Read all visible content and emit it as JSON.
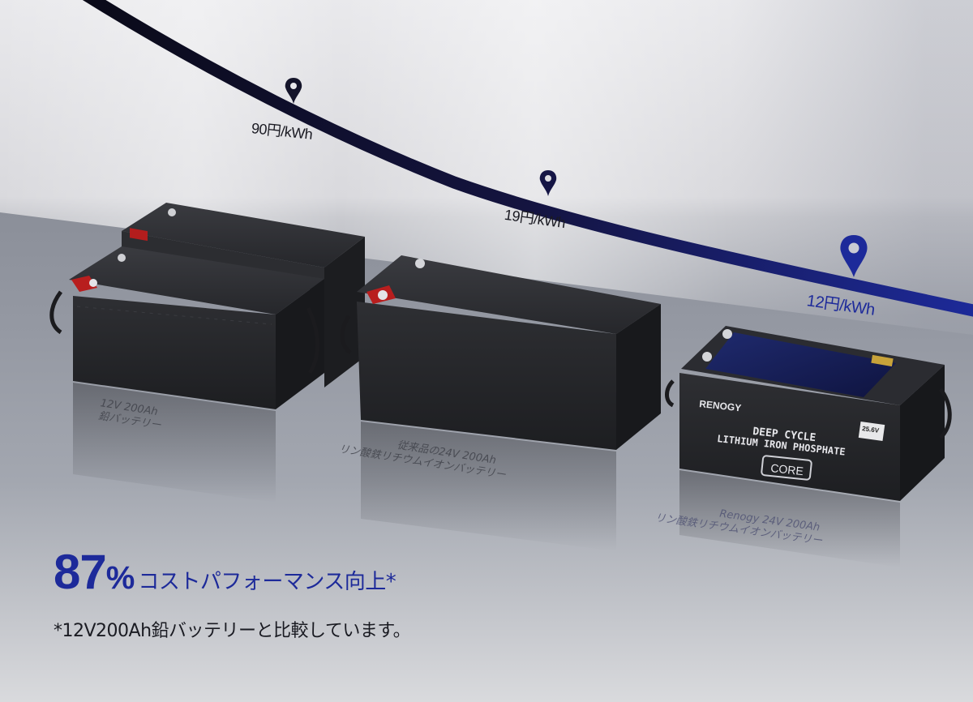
{
  "price_points": [
    {
      "label": "90円/kWh"
    },
    {
      "label": "19円/kWh"
    },
    {
      "label": "12円/kWh"
    }
  ],
  "batteries": [
    {
      "label_line1": "12V 200Ah",
      "label_line2": "鉛バッテリー"
    },
    {
      "label_line1": "従来品の24V 200Ah",
      "label_line2": "リン酸鉄リチウムイオンバッテリー"
    },
    {
      "label_line1": "Renogy 24V 200Ah",
      "label_line2": "リン酸鉄リチウムイオンバッテリー"
    }
  ],
  "product": {
    "brand": "RENOGY",
    "line1": "DEEP CYCLE",
    "line2": "LITHIUM IRON PHOSPHATE",
    "model": "CORE",
    "spec_badge": "25.6V"
  },
  "headline": {
    "number": "87",
    "percent": "%",
    "text": "コストパフォーマンス向上*"
  },
  "footnote": "*12V200Ah鉛バッテリーと比較しています。",
  "colors": {
    "accent": "#1d2a9a",
    "line_dark": "#14142a",
    "battery_body": "#2a2b2f"
  }
}
